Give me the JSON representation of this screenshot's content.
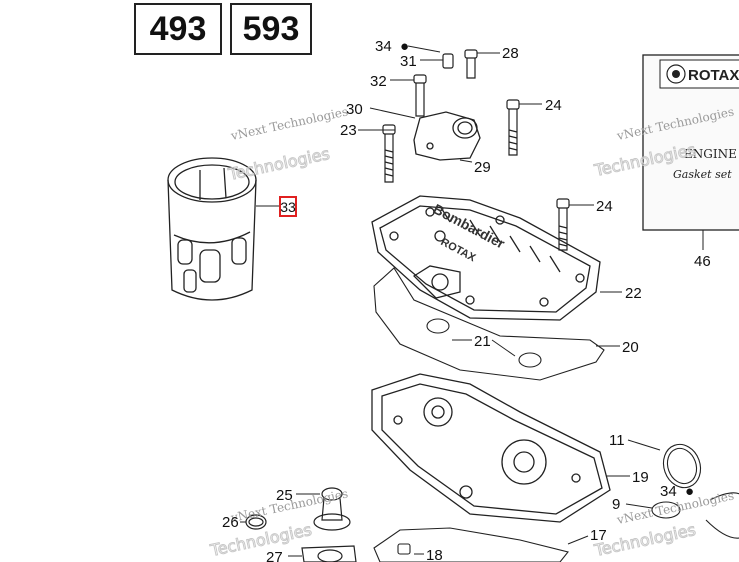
{
  "models": [
    "493",
    "593"
  ],
  "highlighted_part": "33",
  "callouts": {
    "p34_top": "34",
    "p31": "31",
    "p28": "28",
    "p32": "32",
    "p30": "30",
    "p24_top": "24",
    "p23": "23",
    "p29": "29",
    "p24_mid": "24",
    "p22": "22",
    "p21": "21",
    "p20": "20",
    "p46": "46",
    "p11": "11",
    "p19": "19",
    "p34_bottom": "34",
    "p9": "9",
    "p25": "25",
    "p26": "26",
    "p17": "17",
    "p18": "18",
    "p27": "27"
  },
  "kit_label": {
    "brand": "ROTAX",
    "line1": "ENGINE",
    "line2": "Gasket set"
  },
  "head_casting_text": [
    "Bombardier",
    "ROTAX"
  ],
  "watermark": {
    "text": "vNext Technologies",
    "big": "Technologies"
  },
  "colors": {
    "line": "#222222",
    "highlight": "#e02020"
  }
}
